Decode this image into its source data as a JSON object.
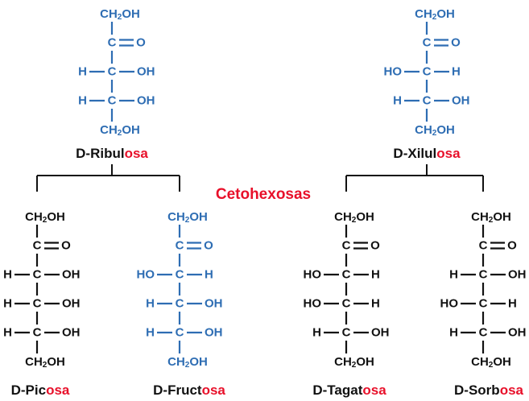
{
  "colors": {
    "blue": "#2e6db3",
    "black": "#111111",
    "red": "#e8102a",
    "white": "#ffffff"
  },
  "heading": "Cetohexosas",
  "suffix": "osa",
  "groups": [
    {
      "parent": "ribulosa",
      "children": [
        "picosa",
        "fructosa"
      ]
    },
    {
      "parent": "xilulosa",
      "children": [
        "tagatosa",
        "sorbosa"
      ]
    }
  ],
  "molecules": [
    {
      "id": "ribulosa",
      "tier": "pentose",
      "color": "blue",
      "label_stem": "D-Ribul",
      "rows": [
        {
          "kind": "ch2oh"
        },
        {
          "kind": "keto"
        },
        {
          "left": "H",
          "right": "OH"
        },
        {
          "left": "H",
          "right": "OH"
        },
        {
          "kind": "ch2oh"
        }
      ]
    },
    {
      "id": "xilulosa",
      "tier": "pentose",
      "color": "blue",
      "label_stem": "D-Xilul",
      "rows": [
        {
          "kind": "ch2oh"
        },
        {
          "kind": "keto"
        },
        {
          "left": "HO",
          "right": "H"
        },
        {
          "left": "H",
          "right": "OH"
        },
        {
          "kind": "ch2oh"
        }
      ]
    },
    {
      "id": "picosa",
      "tier": "hexose",
      "color": "black",
      "label_stem": "D-Pic",
      "rows": [
        {
          "kind": "ch2oh"
        },
        {
          "kind": "keto"
        },
        {
          "left": "H",
          "right": "OH"
        },
        {
          "left": "H",
          "right": "OH"
        },
        {
          "left": "H",
          "right": "OH"
        },
        {
          "kind": "ch2oh"
        }
      ]
    },
    {
      "id": "fructosa",
      "tier": "hexose",
      "color": "blue",
      "label_stem": "D-Fruct",
      "rows": [
        {
          "kind": "ch2oh"
        },
        {
          "kind": "keto"
        },
        {
          "left": "HO",
          "right": "H"
        },
        {
          "left": "H",
          "right": "OH"
        },
        {
          "left": "H",
          "right": "OH"
        },
        {
          "kind": "ch2oh"
        }
      ]
    },
    {
      "id": "tagatosa",
      "tier": "hexose",
      "color": "black",
      "label_stem": "D-Tagat",
      "rows": [
        {
          "kind": "ch2oh"
        },
        {
          "kind": "keto"
        },
        {
          "left": "HO",
          "right": "H"
        },
        {
          "left": "HO",
          "right": "H"
        },
        {
          "left": "H",
          "right": "OH"
        },
        {
          "kind": "ch2oh"
        }
      ]
    },
    {
      "id": "sorbosa",
      "tier": "hexose",
      "color": "black",
      "label_stem": "D-Sorb",
      "rows": [
        {
          "kind": "ch2oh"
        },
        {
          "kind": "keto"
        },
        {
          "left": "H",
          "right": "OH"
        },
        {
          "left": "HO",
          "right": "H"
        },
        {
          "left": "H",
          "right": "OH"
        },
        {
          "kind": "ch2oh"
        }
      ]
    }
  ]
}
